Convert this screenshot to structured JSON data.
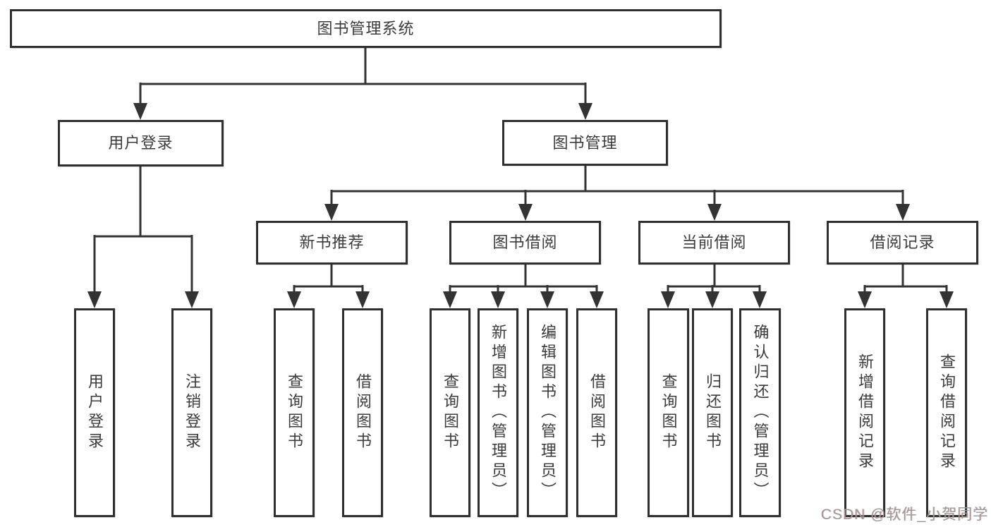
{
  "diagram": {
    "title": "图书管理系统",
    "colors": {
      "line": "#333333",
      "text": "#3b3b3b",
      "watermark": "#9b9b9b"
    },
    "nodes": {
      "root": {
        "label": "图书管理系统",
        "children": [
          "user_login",
          "book_mgmt"
        ]
      },
      "user_login": {
        "label": "用户登录",
        "children": [
          "login_user",
          "login_logout"
        ]
      },
      "book_mgmt": {
        "label": "图书管理",
        "children": [
          "new_book_rec",
          "book_borrow",
          "current_borrow",
          "borrow_records"
        ]
      },
      "new_book_rec": {
        "label": "新书推荐",
        "children": [
          "rec_query",
          "rec_borrow"
        ]
      },
      "book_borrow": {
        "label": "图书借阅",
        "children": [
          "bor_query",
          "bor_add",
          "bor_edit",
          "bor_borrow"
        ]
      },
      "current_borrow": {
        "label": "当前借阅",
        "children": [
          "cur_query",
          "cur_return",
          "cur_confirm"
        ]
      },
      "borrow_records": {
        "label": "借阅记录",
        "children": [
          "log_add",
          "log_query"
        ]
      },
      "login_user": {
        "label": "用户登录",
        "children": []
      },
      "login_logout": {
        "label": "注销登录",
        "children": []
      },
      "rec_query": {
        "label": "查询图书",
        "children": []
      },
      "rec_borrow": {
        "label": "借阅图书",
        "children": []
      },
      "bor_query": {
        "label": "查询图书",
        "children": []
      },
      "bor_add": {
        "label": "新增图书（管理员）",
        "children": []
      },
      "bor_edit": {
        "label": "编辑图书（管理员）",
        "children": []
      },
      "bor_borrow": {
        "label": "借阅图书",
        "children": []
      },
      "cur_query": {
        "label": "查询图书",
        "children": []
      },
      "cur_return": {
        "label": "归还图书",
        "children": []
      },
      "cur_confirm": {
        "label": "确认归还（管理员）",
        "children": []
      },
      "log_add": {
        "label": "新增借阅记录",
        "children": []
      },
      "log_query": {
        "label": "查询借阅记录",
        "children": []
      }
    },
    "watermark": "CSDN @软件_小贺同学"
  }
}
